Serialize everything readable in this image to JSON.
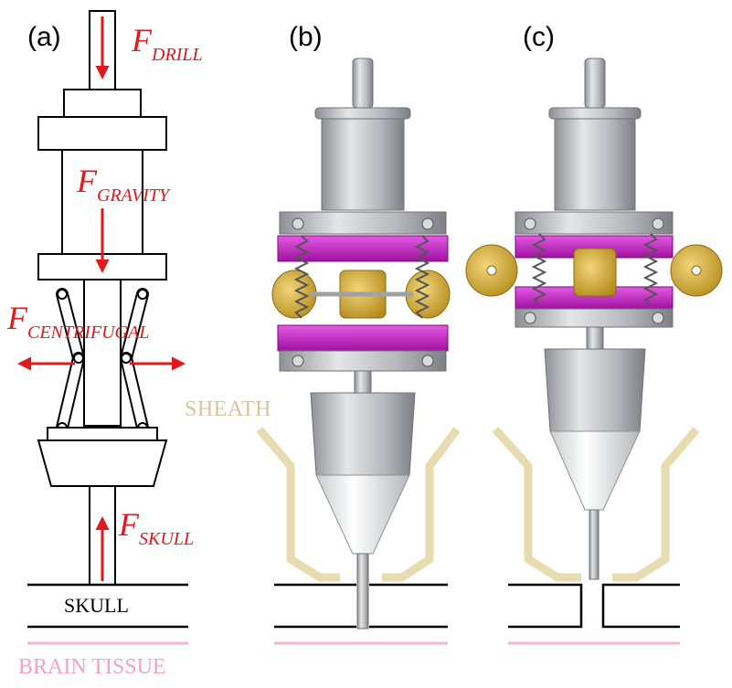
{
  "panels": {
    "a": "(a)",
    "b": "(b)",
    "c": "(c)"
  },
  "forces": {
    "drill": {
      "main": "F",
      "sub": "DRILL"
    },
    "gravity": {
      "main": "F",
      "sub": "GRAVITY"
    },
    "centrifugal": {
      "main": "F",
      "sub": "CENTRIFUGAL"
    },
    "skull": {
      "main": "F",
      "sub": "SKULL"
    }
  },
  "labels": {
    "sheath": "SHEATH",
    "skull": "SKULL",
    "brain_tissue": "BRAIN TISSUE"
  },
  "colors": {
    "force_arrow": "#e0191c",
    "sheath": "#e6dcb0",
    "magenta_ring": "#c81ec8",
    "gold_weight": "#c9a227",
    "brain_line": "#f4b6cf",
    "steel": "#b9bcc0"
  }
}
